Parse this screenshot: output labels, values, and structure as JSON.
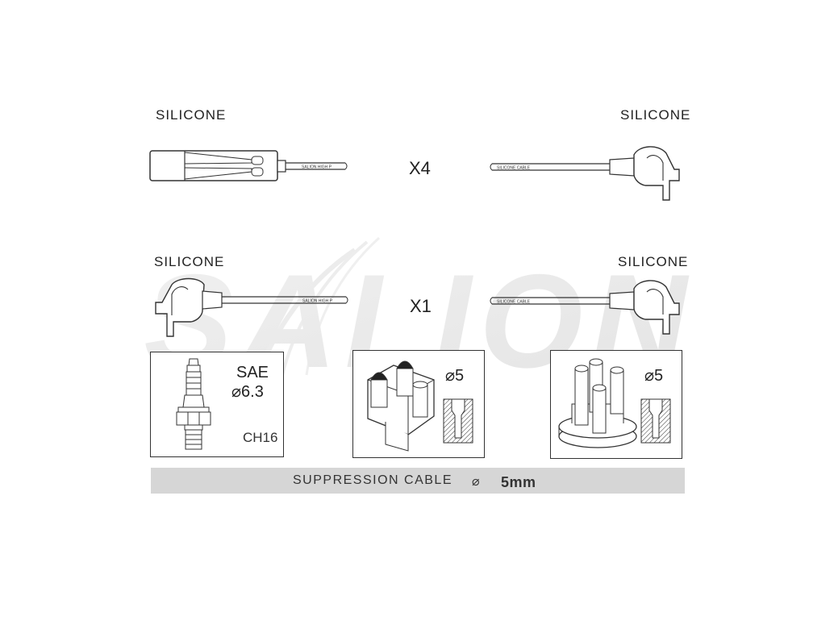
{
  "watermark": {
    "text": "SALION"
  },
  "row1": {
    "left_label": "SILICONE",
    "right_label": "SILICONE",
    "multiplier": "X4",
    "left_cable_print": "SALION HIGH P",
    "right_cable_print": "SILICONE CABLE"
  },
  "row2": {
    "left_label": "SILICONE",
    "right_label": "SILICONE",
    "multiplier": "X1",
    "left_cable_print": "SALION HIGH P",
    "right_cable_print": "SILICONE CABLE"
  },
  "panel_spark": {
    "standard": "SAE",
    "diameter": "6.3",
    "hex": "CH16"
  },
  "panel_dist1": {
    "diameter": "5"
  },
  "panel_dist2": {
    "diameter": "5"
  },
  "footer": {
    "text": "SUPPRESSION CABLE",
    "diameter": "5mm"
  },
  "symbols": {
    "diameter": "⌀"
  },
  "colors": {
    "line": "#333333",
    "bar": "#d6d6d6",
    "watermark": "#eeeeee"
  }
}
